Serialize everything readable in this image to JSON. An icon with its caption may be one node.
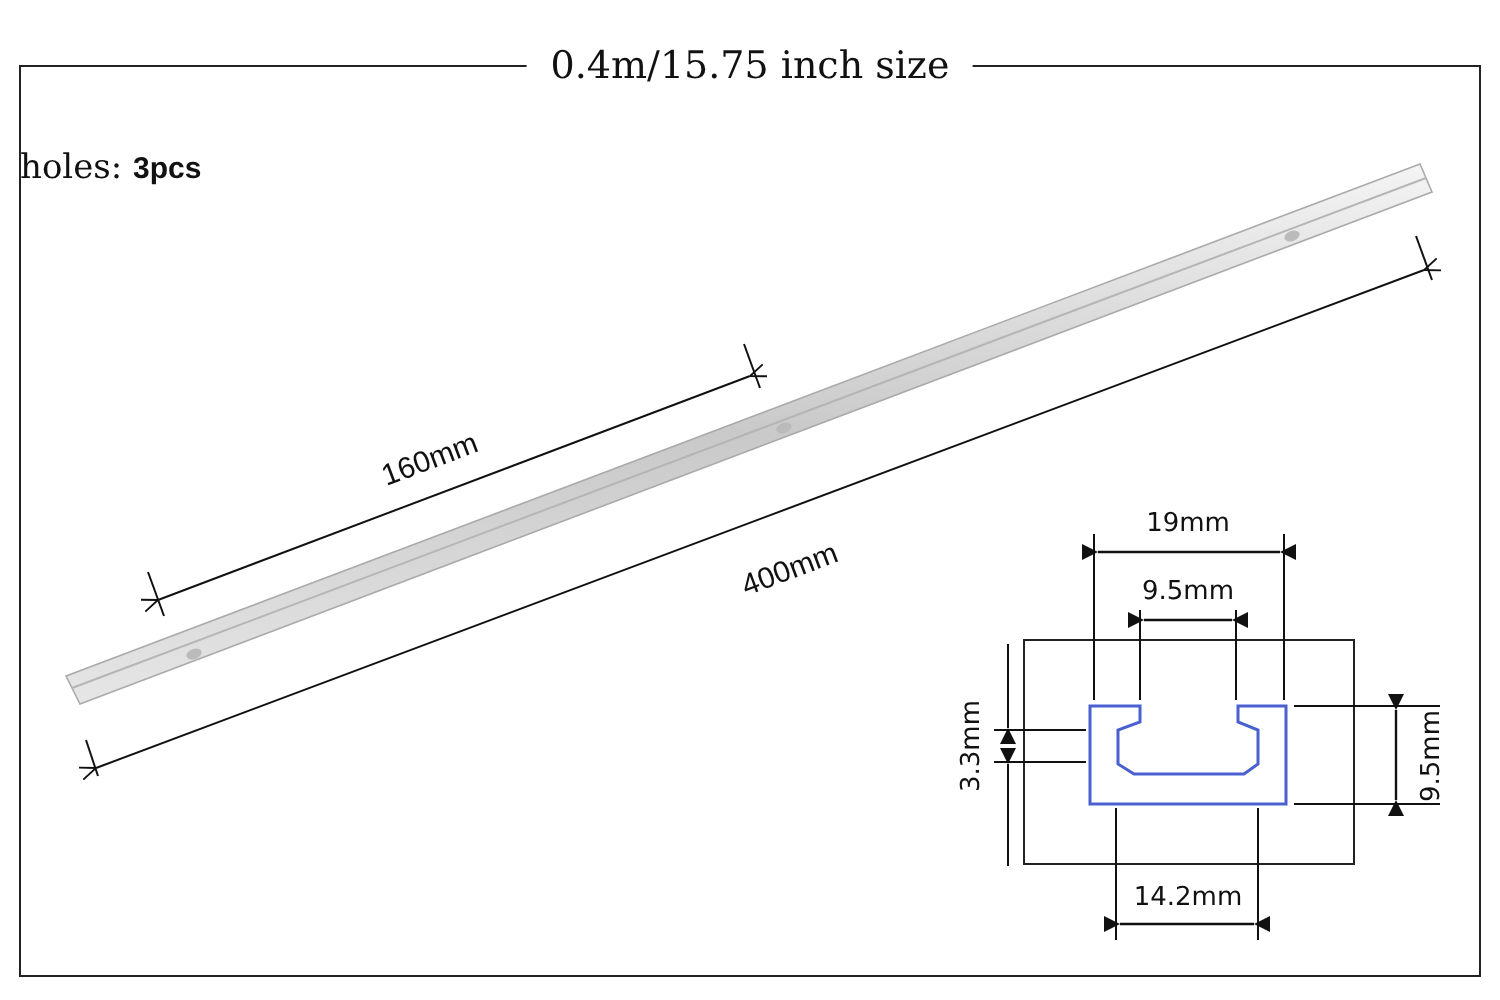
{
  "diagram": {
    "title": "0.4m/15.75 inch size",
    "labels": [
      "holes: **3pcs**",
      "160mm",
      "400mm",
      "19mm",
      "9.5mm",
      "3.3mm",
      "9.5mm",
      "14.2mm"
    ]
  }
}
